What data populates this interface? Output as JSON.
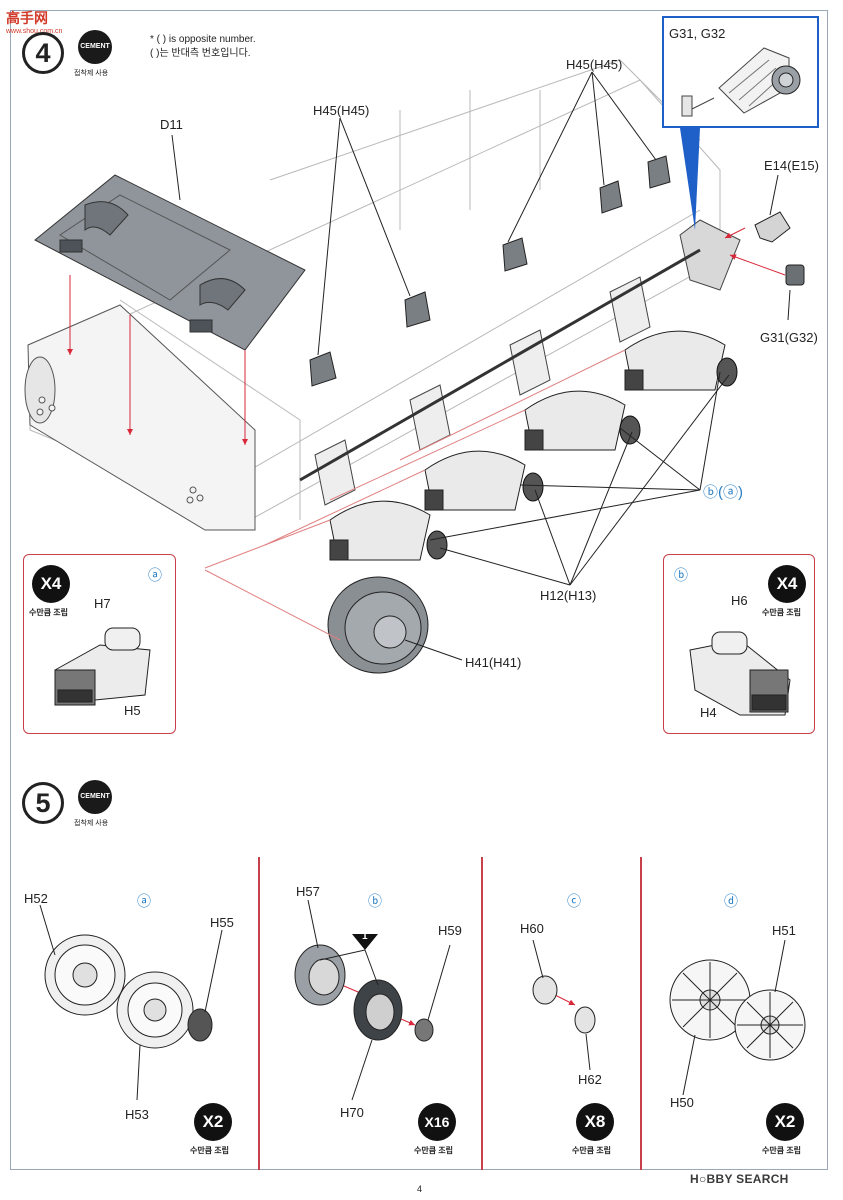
{
  "watermark": {
    "glyphs": "高手网",
    "site": "www.shou.com.cn"
  },
  "step4": {
    "number": "4",
    "cement_label": "CEMENT",
    "cement_caption": "접착제 사용",
    "note_line1": "* (  ) is opposite number.",
    "note_line2": "(  )는 반대측 번호입니다.",
    "labels": {
      "d11": "D11",
      "h45_left": "H45(H45)",
      "h45_right": "H45(H45)",
      "inset_title": "G31, G32",
      "e14": "E14(E15)",
      "g31": "G31(G32)",
      "ba": "ⓑ(ⓐ)",
      "h12": "H12(H13)",
      "h41": "H41(H41)"
    },
    "sub_a": {
      "letter": "ⓐ",
      "badge": "X4",
      "badge_caption": "수만큼 조립",
      "label_top": "H7",
      "label_bottom": "H5"
    },
    "sub_b": {
      "letter": "ⓑ",
      "badge": "X4",
      "badge_caption": "수만큼 조립",
      "label_top": "H6",
      "label_bottom": "H4"
    }
  },
  "step5": {
    "number": "5",
    "cement_label": "CEMENT",
    "cement_caption": "접착제 사용",
    "panels": [
      {
        "letter": "ⓐ",
        "labels": [
          "H52",
          "H55",
          "H53"
        ],
        "badge": "X2",
        "badge_caption": "수만큼 조립"
      },
      {
        "letter": "ⓑ",
        "labels": [
          "H57",
          "H59",
          "H70"
        ],
        "marker": "1",
        "badge": "X16",
        "badge_caption": "수만큼 조립"
      },
      {
        "letter": "ⓒ",
        "labels": [
          "H60",
          "H62"
        ],
        "badge": "X8",
        "badge_caption": "수만큼 조립"
      },
      {
        "letter": "ⓓ",
        "labels": [
          "H51",
          "H50"
        ],
        "badge": "X2",
        "badge_caption": "수만큼 조립"
      }
    ]
  },
  "footer": {
    "page": "4",
    "logo": "H○BBY SEARCH"
  },
  "colors": {
    "accent_red": "#c8404a",
    "accent_blue": "#2a7fc4",
    "inset_blue": "#1f5fc8"
  }
}
